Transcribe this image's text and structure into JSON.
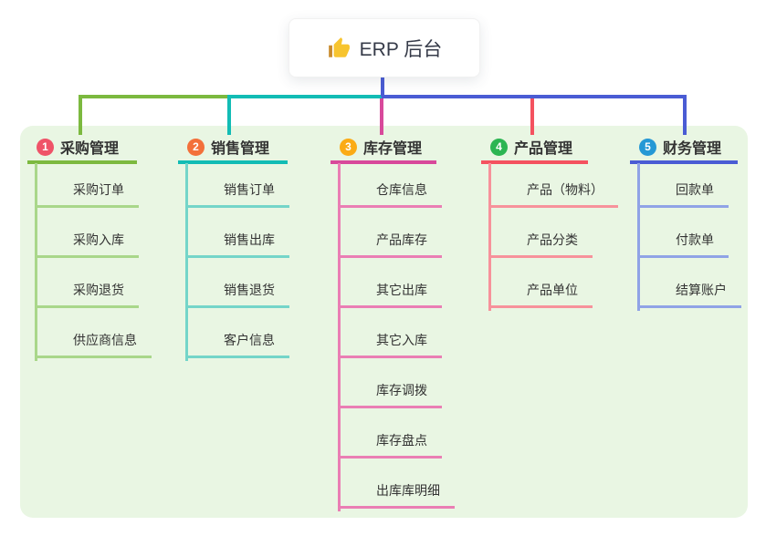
{
  "root": {
    "title": "ERP 后台",
    "icon": "thumbs-up-icon"
  },
  "branches": [
    {
      "index": "1",
      "title": "采购管理",
      "badge_color": "#ef5368",
      "line_color": "#7cb93f",
      "child_line_color": "#a9d78a",
      "children": [
        "采购订单",
        "采购入库",
        "采购退货",
        "供应商信息"
      ]
    },
    {
      "index": "2",
      "title": "销售管理",
      "badge_color": "#f3703a",
      "line_color": "#12bcb5",
      "child_line_color": "#74d5c9",
      "children": [
        "销售订单",
        "销售出库",
        "销售退货",
        "客户信息"
      ]
    },
    {
      "index": "3",
      "title": "库存管理",
      "badge_color": "#fbab15",
      "line_color": "#d8499b",
      "child_line_color": "#ea7eb4",
      "children": [
        "仓库信息",
        "产品库存",
        "其它出库",
        "其它入库",
        "库存调拨",
        "库存盘点",
        "出库库明细"
      ]
    },
    {
      "index": "4",
      "title": "产品管理",
      "badge_color": "#2cb552",
      "line_color": "#f4525f",
      "child_line_color": "#f7929b",
      "children": [
        "产品（物料）",
        "产品分类",
        "产品单位"
      ]
    },
    {
      "index": "5",
      "title": "财务管理",
      "badge_color": "#2598d5",
      "line_color": "#4a5cd4",
      "child_line_color": "#90a3e6",
      "children": [
        "回款单",
        "付款单",
        "结算账户"
      ]
    }
  ],
  "colors": {
    "panel_bg": "#e9f6e3",
    "root_connector": "#4a5cd4",
    "text": "#333333",
    "icon_hand": "#f7c42f",
    "icon_cuff": "#c98a2c"
  }
}
